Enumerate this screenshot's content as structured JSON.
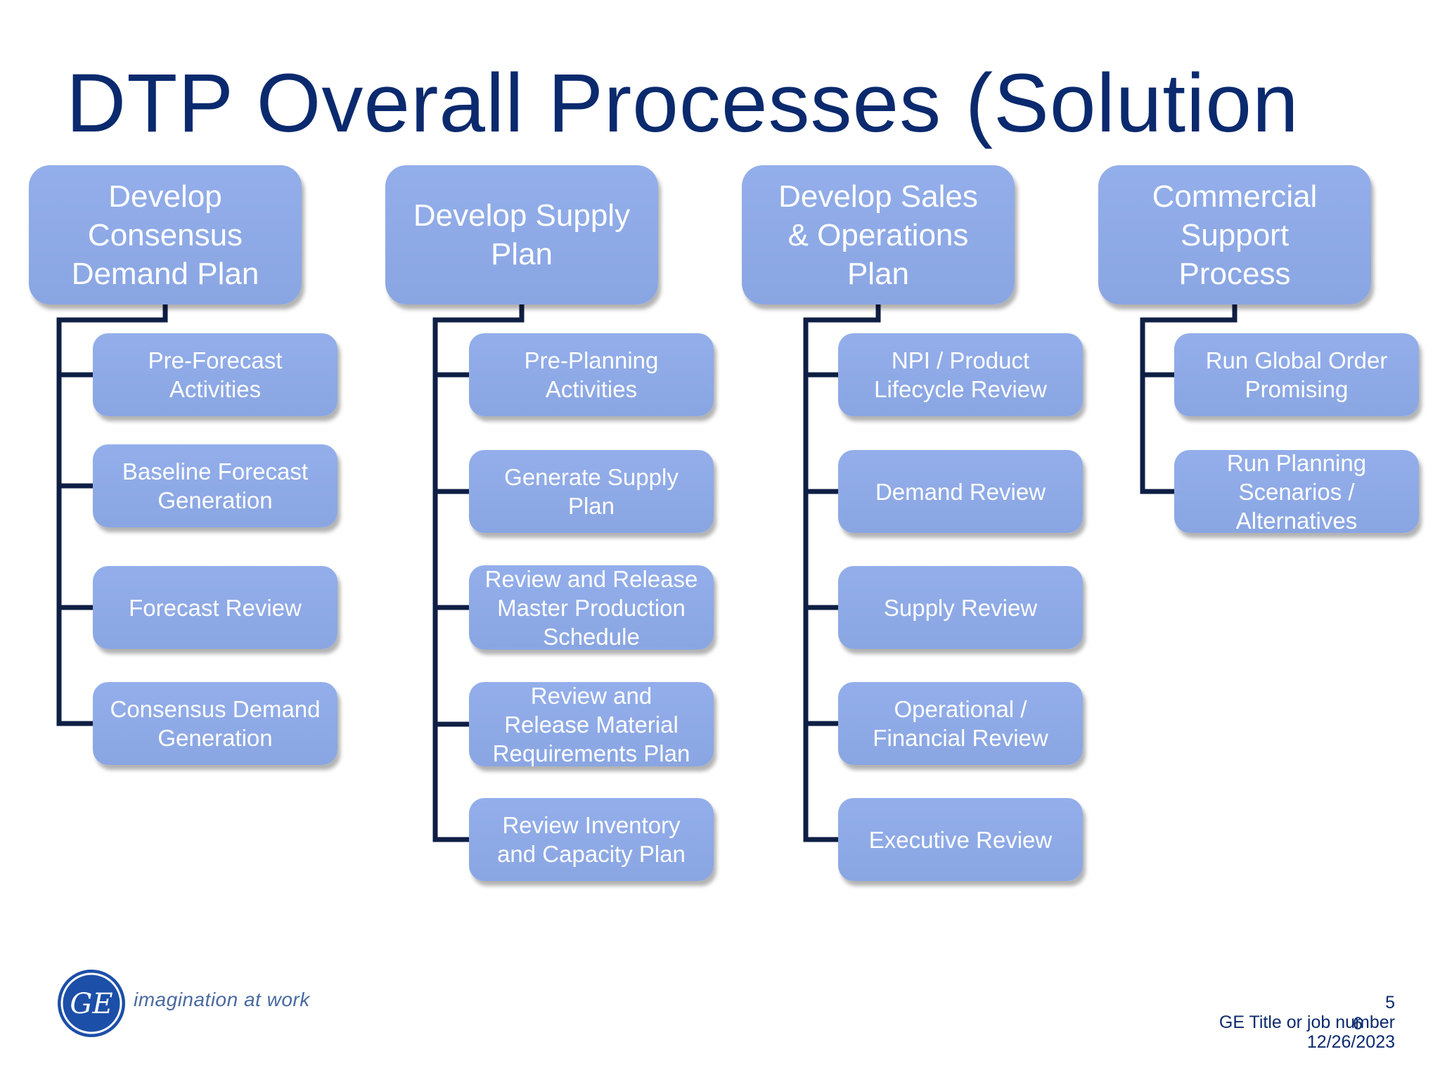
{
  "slide": {
    "title": "DTP Overall Processes (Solution",
    "title_overflow": "Pilot)"
  },
  "columns": [
    {
      "heading": "Develop\nConsensus\nDemand Plan",
      "items": [
        "Pre-Forecast\nActivities",
        "Baseline Forecast\nGeneration",
        "Forecast Review",
        "Consensus Demand\nGeneration"
      ]
    },
    {
      "heading": "Develop Supply\nPlan",
      "items": [
        "Pre-Planning\nActivities",
        "Generate Supply\nPlan",
        "Review and Release\nMaster Production\nSchedule",
        "Review and\nRelease Material\nRequirements Plan",
        "Review Inventory\nand Capacity Plan"
      ]
    },
    {
      "heading": "Develop Sales\n& Operations\nPlan",
      "items": [
        "NPI / Product\nLifecycle Review",
        "Demand Review",
        "Supply Review",
        "Operational /\nFinancial Review",
        "Executive Review"
      ]
    },
    {
      "heading": "Commercial\nSupport\nProcess",
      "items": [
        "Run Global Order\nPromising",
        "Run Planning\nScenarios /\nAlternatives"
      ]
    }
  ],
  "logo": {
    "monogram": "GE",
    "tagline": "imagination at work"
  },
  "footer": {
    "page_number": "5",
    "job_title": "GE Title or job number",
    "date": "12/26/2023",
    "overlay_page": "6"
  },
  "colors": {
    "title": "#0b2a6e",
    "box_fill": "#8eaae6",
    "box_text": "#ffffff",
    "connector": "#0f1f44"
  }
}
